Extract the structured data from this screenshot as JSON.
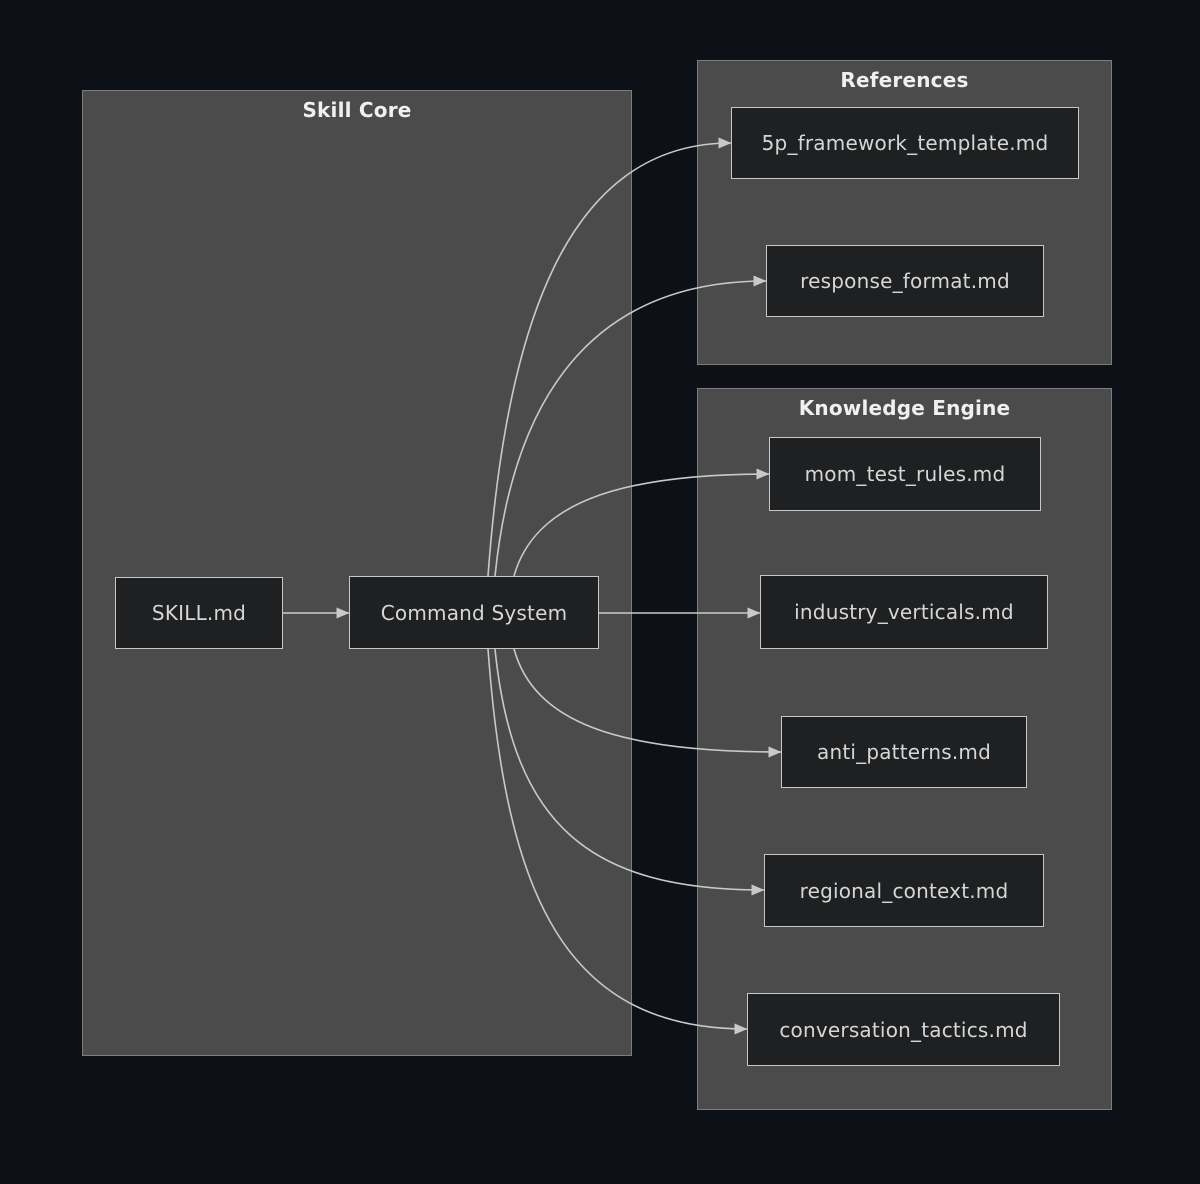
{
  "diagram": {
    "type": "flowchart-left-right"
  },
  "colors": {
    "background": "#0d1117",
    "cluster_fill": "#4b4b4b",
    "cluster_border": "#7d7d7d",
    "node_fill": "#1f2021",
    "node_border": "#c7c7c7",
    "edge": "#c9c9c9",
    "node_text": "#d6d6d6",
    "title_text": "#f0f0f0"
  },
  "clusters": [
    {
      "id": "skill_core",
      "title": "Skill Core"
    },
    {
      "id": "references",
      "title": "References"
    },
    {
      "id": "knowledge_engine",
      "title": "Knowledge Engine"
    }
  ],
  "nodes": [
    {
      "id": "skill_md",
      "label": "SKILL.md",
      "cluster": "skill_core"
    },
    {
      "id": "command_system",
      "label": "Command System",
      "cluster": "skill_core"
    },
    {
      "id": "5p_framework_template",
      "label": "5p_framework_template.md",
      "cluster": "references"
    },
    {
      "id": "response_format",
      "label": "response_format.md",
      "cluster": "references"
    },
    {
      "id": "mom_test_rules",
      "label": "mom_test_rules.md",
      "cluster": "knowledge_engine"
    },
    {
      "id": "industry_verticals",
      "label": "industry_verticals.md",
      "cluster": "knowledge_engine"
    },
    {
      "id": "anti_patterns",
      "label": "anti_patterns.md",
      "cluster": "knowledge_engine"
    },
    {
      "id": "regional_context",
      "label": "regional_context.md",
      "cluster": "knowledge_engine"
    },
    {
      "id": "conversation_tactics",
      "label": "conversation_tactics.md",
      "cluster": "knowledge_engine"
    }
  ],
  "edges": [
    {
      "from": "skill_md",
      "to": "command_system"
    },
    {
      "from": "command_system",
      "to": "5p_framework_template"
    },
    {
      "from": "command_system",
      "to": "response_format"
    },
    {
      "from": "command_system",
      "to": "mom_test_rules"
    },
    {
      "from": "command_system",
      "to": "industry_verticals"
    },
    {
      "from": "command_system",
      "to": "anti_patterns"
    },
    {
      "from": "command_system",
      "to": "regional_context"
    },
    {
      "from": "command_system",
      "to": "conversation_tactics"
    }
  ]
}
